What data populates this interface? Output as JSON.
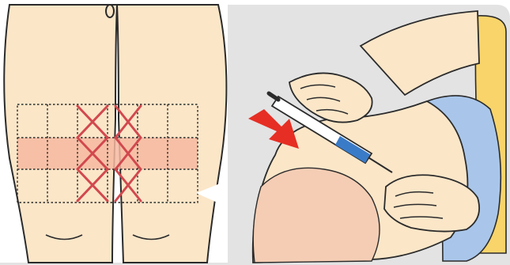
{
  "figure": {
    "left_panel": {
      "description_icon": "legs-grid-diagram",
      "zones": {
        "recommended_band": "highlighted-mid-thigh",
        "excluded_inner_columns": "x-marked"
      }
    },
    "right_panel": {
      "description_icon": "thigh-injection-illustration",
      "indicator": "red-arrow-icon"
    }
  },
  "colors": {
    "background_panel": "#e3e3e3",
    "page_bg": "#ffffff",
    "skin": "#fbe6c8",
    "skin_shade": "#f4cdb4",
    "highlight_band": "#f6b9a0",
    "x_mark": "#d2484e",
    "arrow": "#e62e24",
    "shorts_blue": "#a9c6ea",
    "shirt_yellow": "#f8d46a",
    "outline": "#2b2b2b",
    "syringe_blue": "#3a7bc8"
  }
}
